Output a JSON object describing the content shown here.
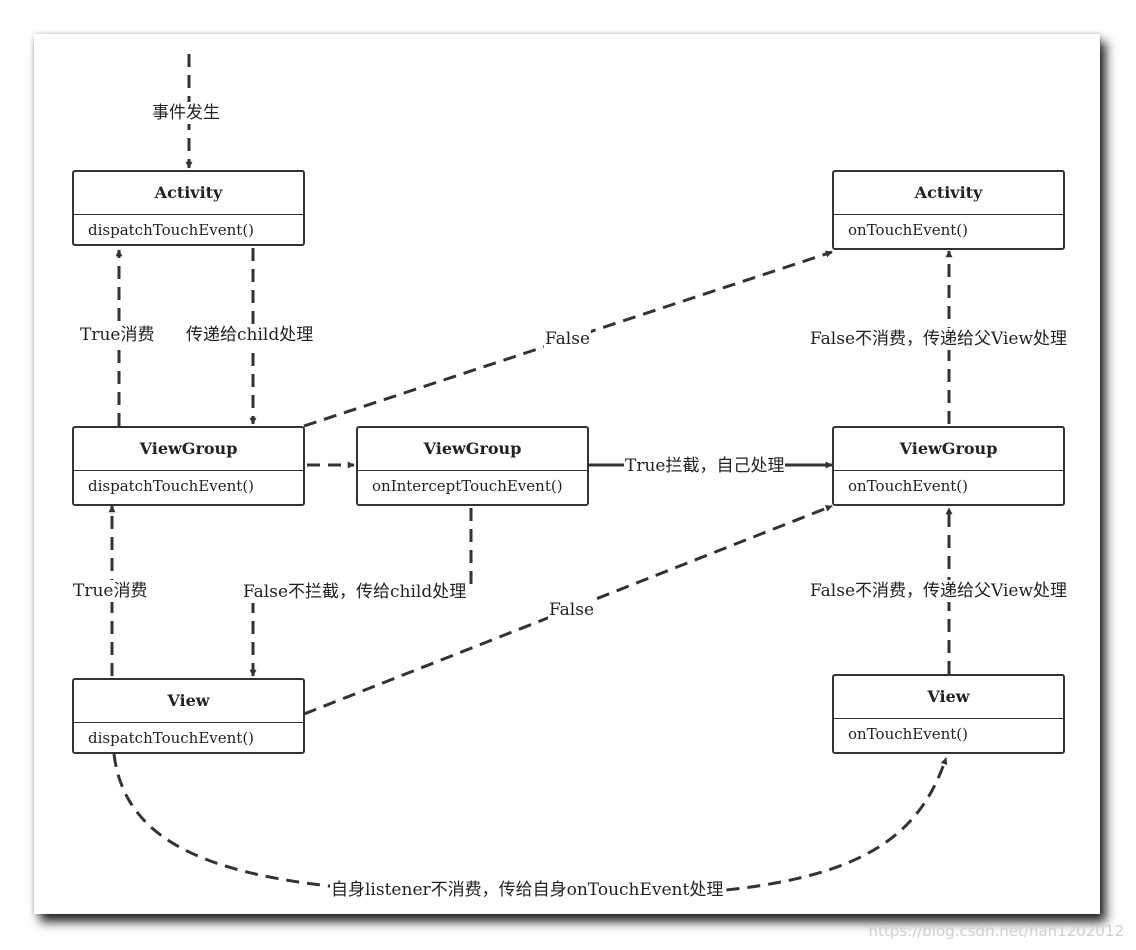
{
  "nodes": {
    "activity_dispatch": {
      "title": "Activity",
      "method": "dispatchTouchEvent()"
    },
    "activity_touch": {
      "title": "Activity",
      "method": "onTouchEvent()"
    },
    "viewgroup_dispatch": {
      "title": "ViewGroup",
      "method": "dispatchTouchEvent()"
    },
    "viewgroup_intercept": {
      "title": "ViewGroup",
      "method": "onInterceptTouchEvent()"
    },
    "viewgroup_touch": {
      "title": "ViewGroup",
      "method": "onTouchEvent()"
    },
    "view_dispatch": {
      "title": "View",
      "method": "dispatchTouchEvent()"
    },
    "view_touch": {
      "title": "View",
      "method": "onTouchEvent()"
    }
  },
  "edges": {
    "event_occurs": "事件发生",
    "activity_true_consume": "True消费",
    "pass_to_child": "传递给child处理",
    "viewgroup_false_top": "False",
    "activity_false_not_consume": "False不消费，传递给父View处理",
    "true_intercept": "True拦截，自己处理",
    "viewgroup_true_consume": "True消费",
    "false_not_intercept": "False不拦截，传给child处理",
    "view_false": "False",
    "viewgroup_false_not_consume": "False不消费，传递给父View处理",
    "self_listener": "自身listener不消费，传给自身onTouchEvent处理"
  },
  "watermark": "https://blog.csdn.net/han1202012"
}
